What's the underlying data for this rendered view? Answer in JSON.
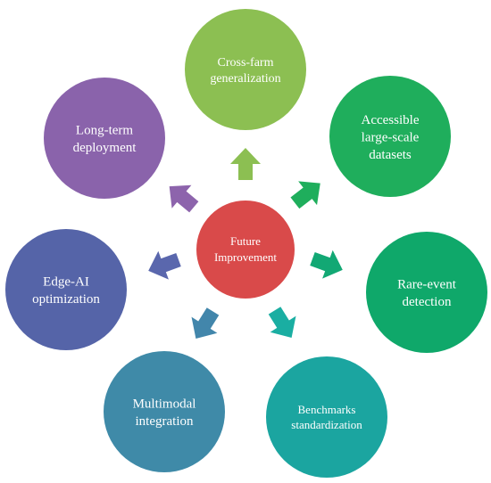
{
  "diagram": {
    "center": {
      "lines": [
        "Future",
        "Improvement"
      ],
      "color": "#d94a4a"
    },
    "nodes": [
      {
        "id": "cross-farm",
        "lines": [
          "Cross-farm",
          "generalization"
        ],
        "color": "#8cbf52",
        "arrow_color": "#8cbf52"
      },
      {
        "id": "accessible-datasets",
        "lines": [
          "Accessible",
          "large-scale",
          "datasets"
        ],
        "color": "#1fae5c",
        "arrow_color": "#1fae5c"
      },
      {
        "id": "rare-event",
        "lines": [
          "Rare-event",
          "detection"
        ],
        "color": "#0fa86a",
        "arrow_color": "#12a874"
      },
      {
        "id": "benchmarks",
        "lines": [
          "Benchmarks",
          "standardization"
        ],
        "color": "#1ba5a0",
        "arrow_color": "#1aaea2"
      },
      {
        "id": "multimodal",
        "lines": [
          "Multimodal",
          "integration"
        ],
        "color": "#3f8aa8",
        "arrow_color": "#4286ab"
      },
      {
        "id": "edge-ai",
        "lines": [
          "Edge-AI",
          "optimization"
        ],
        "color": "#5564a8",
        "arrow_color": "#5a67ad"
      },
      {
        "id": "long-term",
        "lines": [
          "Long-term",
          "deployment"
        ],
        "color": "#8a63ab",
        "arrow_color": "#8d64ac"
      }
    ]
  }
}
